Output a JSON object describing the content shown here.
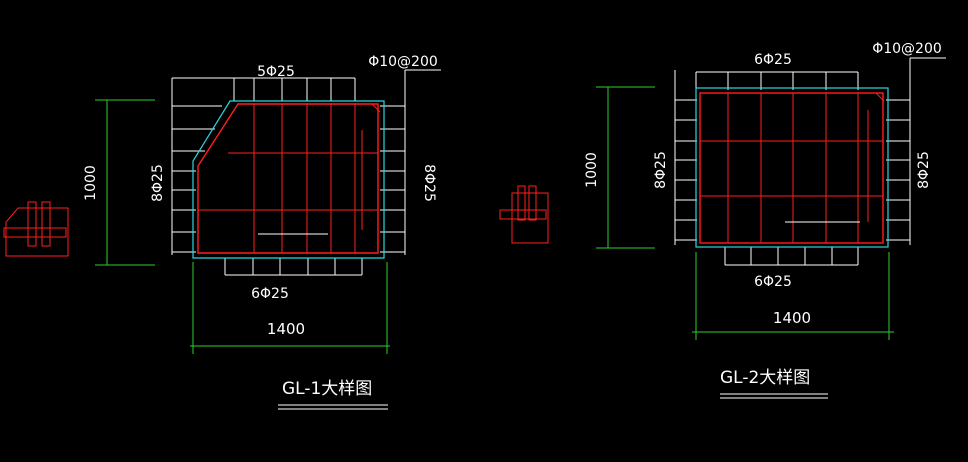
{
  "gl1": {
    "title": "GL-1大样图",
    "top_rebar": "5Φ25",
    "stirrup": "Φ10@200",
    "bottom_rebar": "6Φ25",
    "left_rebar": "8Φ25",
    "right_rebar": "8Φ25",
    "height_dim": "1000",
    "width_dim": "1400"
  },
  "gl2": {
    "title": "GL-2大样图",
    "top_rebar": "6Φ25",
    "stirrup": "Φ10@200",
    "bottom_rebar": "6Φ25",
    "left_rebar": "8Φ25",
    "right_rebar": "8Φ25",
    "height_dim": "1000",
    "width_dim": "1400"
  },
  "colors": {
    "background": "#000000",
    "text": "#ffffff",
    "rebar": "#ff1e1e",
    "dimension": "#2bd12b",
    "outline": "#2fd5e0"
  }
}
